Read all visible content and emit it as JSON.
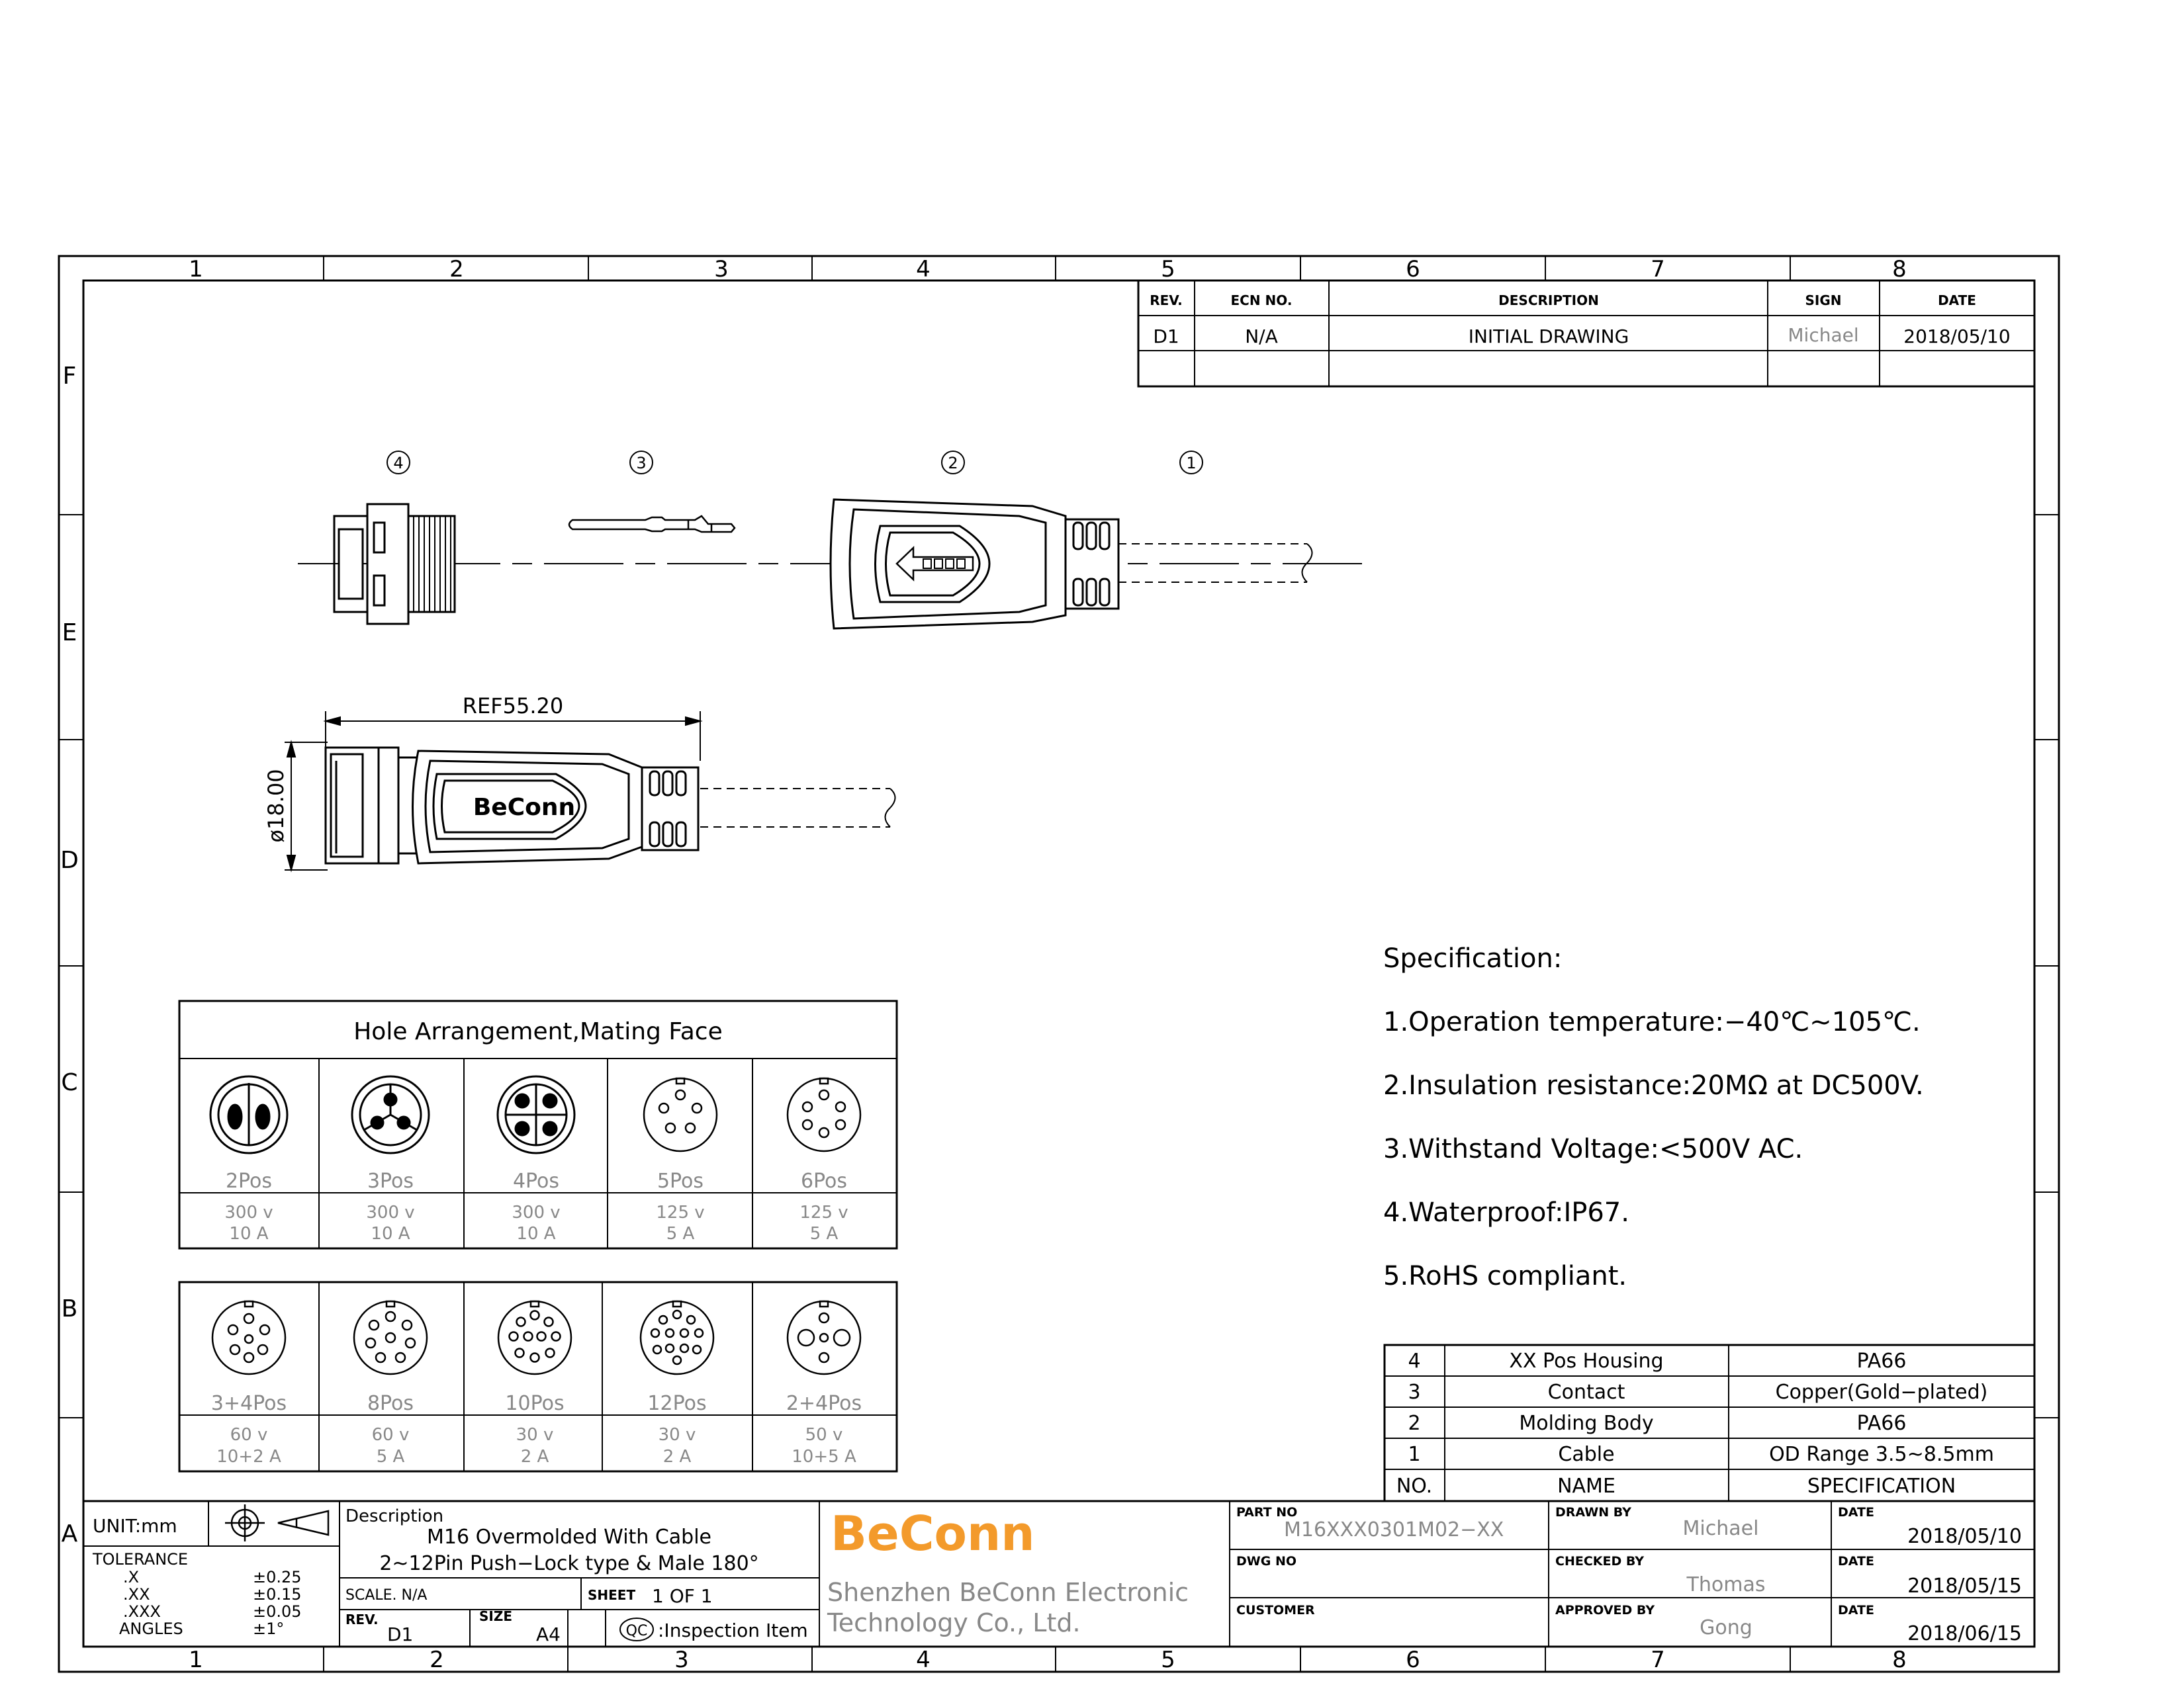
{
  "zones": {
    "columns": [
      "1",
      "2",
      "3",
      "4",
      "5",
      "6",
      "7",
      "8"
    ],
    "rows": [
      "F",
      "E",
      "D",
      "C",
      "B",
      "A"
    ]
  },
  "revision_table": {
    "headers": [
      "REV.",
      "ECN NO.",
      "DESCRIPTION",
      "SIGN",
      "DATE"
    ],
    "rows": [
      {
        "rev": "D1",
        "ecn": "N/A",
        "description": "INITIAL  DRAWING",
        "sign": "Michael",
        "date": "2018/05/10"
      }
    ]
  },
  "balloons": [
    "4",
    "3",
    "2",
    "1"
  ],
  "dimensions": {
    "length": "REF55.20",
    "diameter": "ø18.00"
  },
  "brand_logo": "BeConn",
  "hole_arrangement": {
    "title": "Hole  Arrangement,Mating  Face",
    "row1": [
      {
        "pos": "2Pos",
        "voltage": "300 v",
        "current": "10  A"
      },
      {
        "pos": "3Pos",
        "voltage": "300 v",
        "current": "10  A"
      },
      {
        "pos": "4Pos",
        "voltage": "300 v",
        "current": "10  A"
      },
      {
        "pos": "5Pos",
        "voltage": "125 v",
        "current": "5  A"
      },
      {
        "pos": "6Pos",
        "voltage": "125 v",
        "current": "5  A"
      }
    ],
    "row2": [
      {
        "pos": "3+4Pos",
        "voltage": "60 v",
        "current": "10+2 A"
      },
      {
        "pos": "8Pos",
        "voltage": "60 v",
        "current": "5  A"
      },
      {
        "pos": "10Pos",
        "voltage": "30 v",
        "current": "2  A"
      },
      {
        "pos": "12Pos",
        "voltage": "30 v",
        "current": "2  A"
      },
      {
        "pos": "2+4Pos",
        "voltage": "50 v",
        "current": "10+5 A"
      }
    ]
  },
  "specification": {
    "title": "Specification:",
    "items": [
      "1.Operation  temperature:−40℃~105℃.",
      "2.Insulation  resistance:20MΩ  at  DC500V.",
      "3.Withstand  Voltage:<500V  AC.",
      "4.Waterproof:IP67.",
      "5.RoHS  compliant."
    ]
  },
  "bom": {
    "headers": {
      "no": "NO.",
      "name": "NAME",
      "spec": "SPECIFICATION"
    },
    "rows": [
      {
        "no": "4",
        "name": "XX  Pos  Housing",
        "spec": "PA66"
      },
      {
        "no": "3",
        "name": "Contact",
        "spec": "Copper(Gold−plated)"
      },
      {
        "no": "2",
        "name": "Molding  Body",
        "spec": "PA66"
      },
      {
        "no": "1",
        "name": "Cable",
        "spec": "OD  Range  3.5~8.5mm"
      }
    ]
  },
  "title_block": {
    "unit": "UNIT:mm",
    "tolerance_label": "TOLERANCE",
    "tolerances": [
      {
        "k": ".X",
        "v": "±0.25"
      },
      {
        "k": ".XX",
        "v": "±0.15"
      },
      {
        "k": ".XXX",
        "v": "±0.05"
      },
      {
        "k": "ANGLES",
        "v": "±1°"
      }
    ],
    "description_label": "Description",
    "description_line1": "M16  Overmolded  With  Cable",
    "description_line2": "2~12Pin  Push−Lock  type  &  Male  180°",
    "scale": "SCALE. N/A",
    "sheet_label": "SHEET",
    "sheet_value": "1    OF    1",
    "rev_label": "REV.",
    "rev_value": "D1",
    "size_label": "SIZE",
    "size_value": "A4",
    "qc_mark": "QC",
    "inspection": ":Inspection  Item",
    "company_logo": "BeConn",
    "company_line1": "Shenzhen  BeConn  Electronic",
    "company_line2": "Technology  Co.,  Ltd.",
    "part_no_label": "PART NO",
    "part_no": "M16XXX0301M02−XX",
    "dwg_no_label": "DWG NO",
    "customer_label": "CUSTOMER",
    "drawn_by_label": "DRAWN BY",
    "drawn_by": "Michael",
    "checked_by_label": "CHECKED BY",
    "checked_by": "Thomas",
    "approved_by_label": "APPROVED BY",
    "approved_by": "Gong",
    "date_label": "DATE",
    "date_drawn": "2018/05/10",
    "date_checked": "2018/05/15",
    "date_approved": "2018/06/15"
  },
  "colors": {
    "brand": "#f39a2b",
    "line": "#000000",
    "muted": "#888888"
  }
}
